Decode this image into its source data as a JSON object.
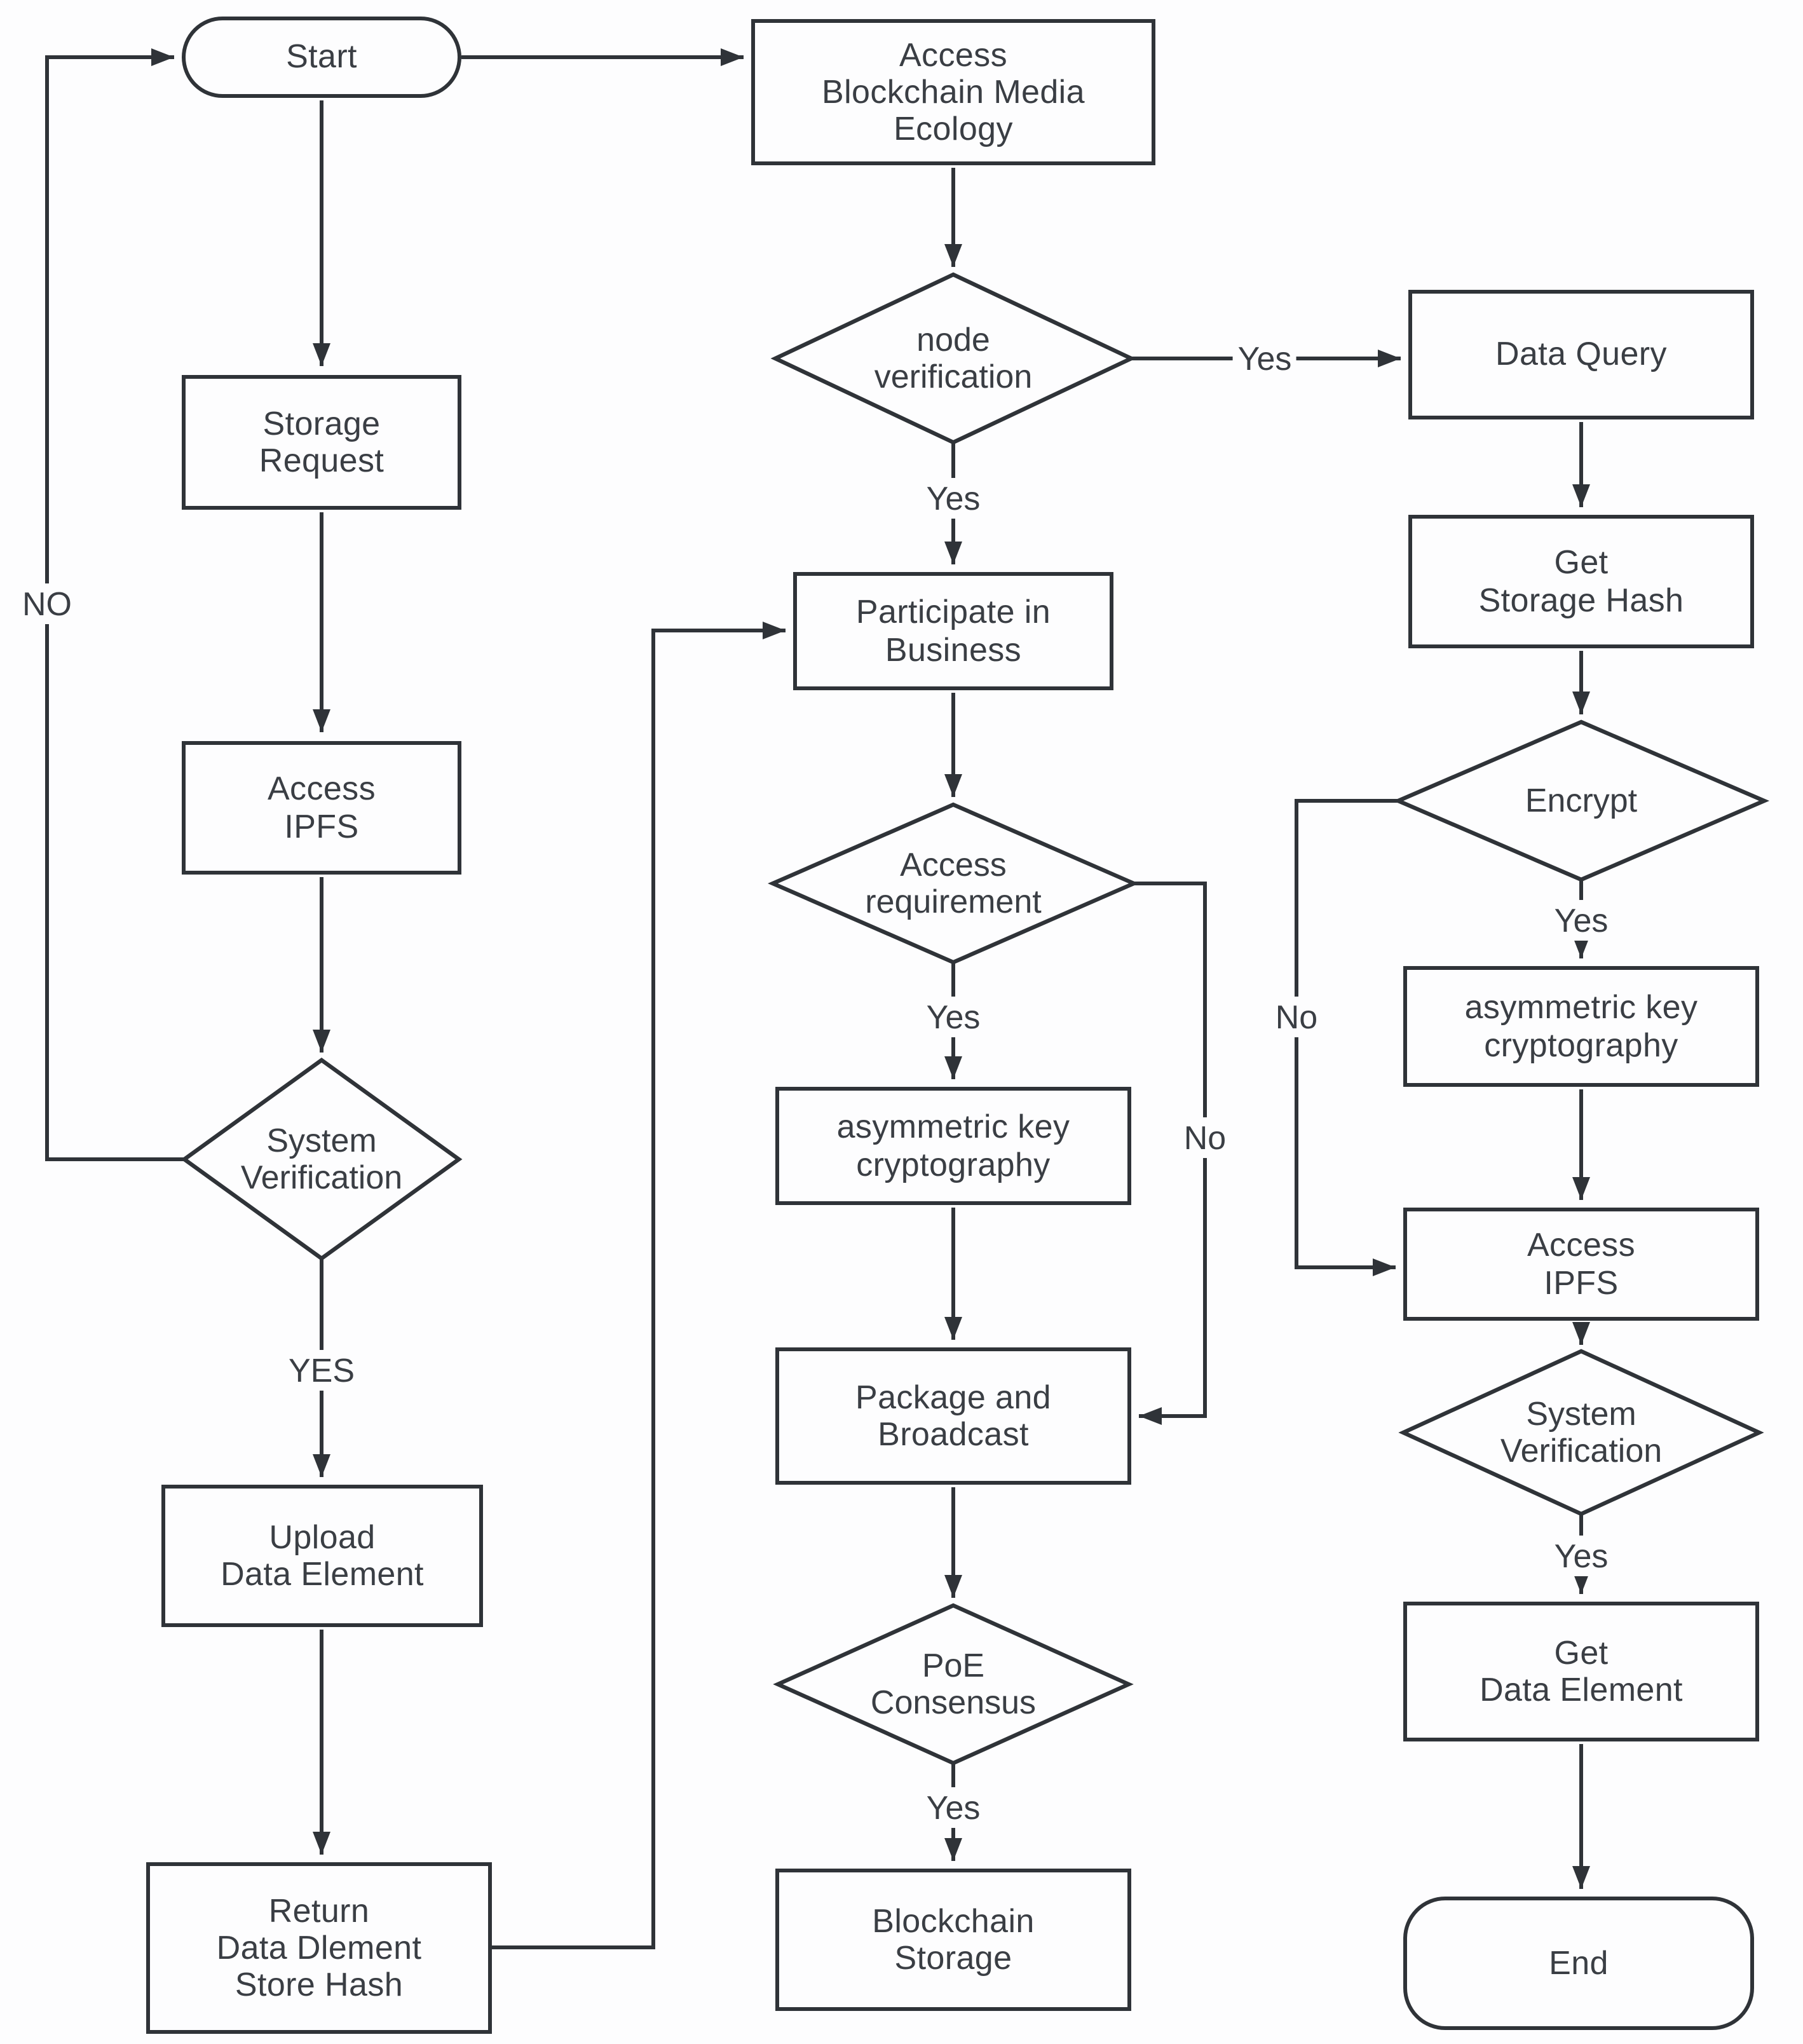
{
  "diagram": {
    "type": "flowchart",
    "colors": {
      "stroke": "#2f3338",
      "text": "#3a3e44",
      "background": "#fdfdfe"
    },
    "nodes": {
      "start": {
        "label": "Start",
        "shape": "terminator"
      },
      "storage_request": {
        "label": "Storage\nRequest",
        "shape": "process"
      },
      "access_ipfs_left": {
        "label": "Access\nIPFS",
        "shape": "process"
      },
      "system_verification_left": {
        "label": "System\nVerification",
        "shape": "decision"
      },
      "upload_data_element": {
        "label": "Upload\nData Element",
        "shape": "process"
      },
      "return_data_element_store_hash": {
        "label": "Return\nData Dlement\nStore Hash",
        "shape": "process"
      },
      "access_blockchain_media_ecology": {
        "label": "Access\nBlockchain Media\nEcology",
        "shape": "process"
      },
      "node_verification": {
        "label": "node\nverification",
        "shape": "decision"
      },
      "participate_in_business": {
        "label": "Participate in\nBusiness",
        "shape": "process"
      },
      "access_requirement": {
        "label": "Access\nrequirement",
        "shape": "decision"
      },
      "asymmetric_key_cryptography_mid": {
        "label": "asymmetric key\ncryptography",
        "shape": "process"
      },
      "package_and_broadcast": {
        "label": "Package and\nBroadcast",
        "shape": "process"
      },
      "poe_consensus": {
        "label": "PoE\nConsensus",
        "shape": "decision"
      },
      "blockchain_storage": {
        "label": "Blockchain\nStorage",
        "shape": "process"
      },
      "data_query": {
        "label": "Data Query",
        "shape": "process"
      },
      "get_storage_hash": {
        "label": "Get\nStorage Hash",
        "shape": "process"
      },
      "encrypt": {
        "label": "Encrypt",
        "shape": "decision"
      },
      "asymmetric_key_cryptography_right": {
        "label": "asymmetric key\ncryptography",
        "shape": "process"
      },
      "access_ipfs_right": {
        "label": "Access\nIPFS",
        "shape": "process"
      },
      "system_verification_right": {
        "label": "System\nVerification",
        "shape": "decision"
      },
      "get_data_element": {
        "label": "Get\nData Element",
        "shape": "process"
      },
      "end": {
        "label": "End",
        "shape": "terminator"
      }
    },
    "edge_labels": {
      "system_verification_left_no": "NO",
      "system_verification_left_yes": "YES",
      "node_verification_yes_right": "Yes",
      "node_verification_yes_down": "Yes",
      "access_requirement_yes": "Yes",
      "access_requirement_no": "No",
      "poe_consensus_yes": "Yes",
      "encrypt_yes": "Yes",
      "encrypt_no": "No",
      "system_verification_right_yes": "Yes"
    }
  }
}
